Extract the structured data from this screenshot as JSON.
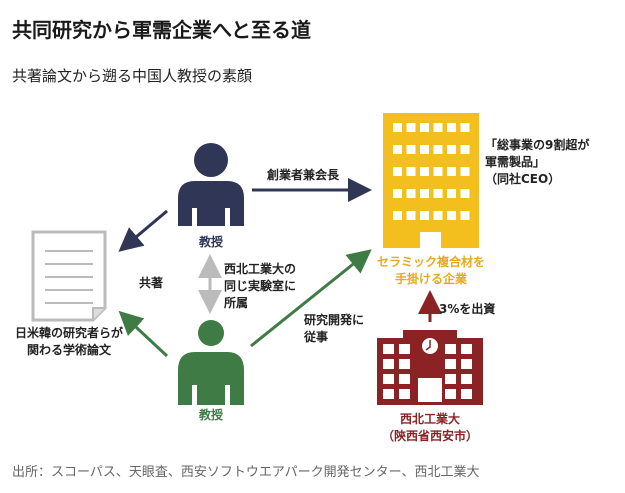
{
  "title": "共同研究から軍需企業へと至る道",
  "subtitle": "共著論文から遡る中国人教授の素顔",
  "paper": {
    "line1": "日米韓の研究者らが",
    "line2": "関わる学術論文"
  },
  "professor_top": {
    "label": "教授"
  },
  "professor_bottom": {
    "label": "教授"
  },
  "coauthor_label": "共著",
  "founder_label": "創業者兼会長",
  "same_lab": {
    "line1": "西北工業大の",
    "line2": "同じ実験室に",
    "line3": "所属"
  },
  "rnd": {
    "line1": "研究開発に",
    "line2": "従事"
  },
  "company": {
    "line1": "セラミック複合材を",
    "line2": "手掛ける企業"
  },
  "quote": {
    "line1": "「総事業の9割超が",
    "line2": "軍需製品」",
    "line3": "（同社CEO）"
  },
  "investment_label": "3%を出資",
  "university": {
    "line1": "西北工業大",
    "line2": "（陝西省西安市）"
  },
  "footer": "出所：スコーパス、天眼査、西安ソフトウエアパーク開発センター、西北工業大",
  "colors": {
    "navy": "#2f3656",
    "green": "#3e7b45",
    "yellow": "#f2bf1e",
    "orange_text": "#e8a822",
    "red": "#8b2325",
    "gray": "#bbbbbb"
  }
}
